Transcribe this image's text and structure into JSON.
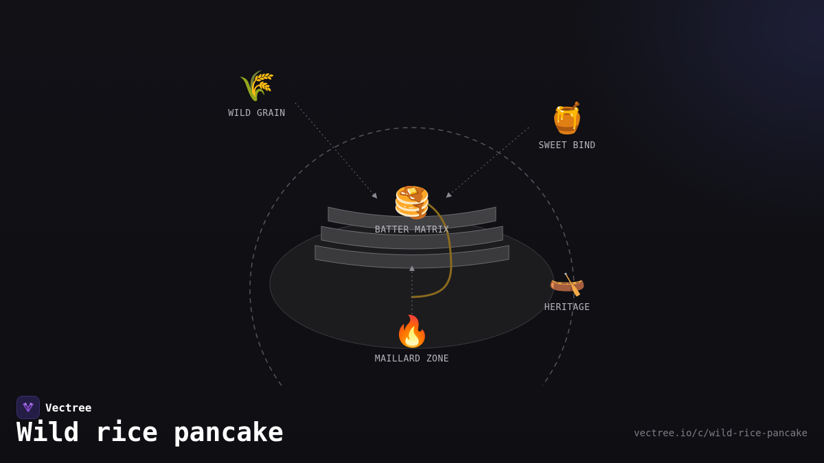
{
  "brand": {
    "name": "Vectree",
    "logo_icon": "tree-branch-icon"
  },
  "title": "Wild rice pancake",
  "url": "vectree.io/c/wild-rice-pancake",
  "colors": {
    "background": "#111116",
    "plate_fill": "#1c1c1e",
    "layer_fill": "#3f3f42",
    "syrup": "#8a6a1e",
    "accent_logo": "#8c4fd6"
  },
  "nodes": [
    {
      "id": "wild-grain",
      "emoji": "🌾",
      "icon": "wheat-icon",
      "label": "WILD GRAIN"
    },
    {
      "id": "sweet-bind",
      "emoji": "🍯",
      "icon": "honey-pot-icon",
      "label": "SWEET BIND"
    },
    {
      "id": "batter-matrix",
      "emoji": "🥞",
      "icon": "pancakes-icon",
      "label": "BATTER MATRIX"
    },
    {
      "id": "heritage",
      "emoji": "🛶",
      "icon": "canoe-icon",
      "label": "HERITAGE"
    },
    {
      "id": "maillard-zone",
      "emoji": "🔥",
      "icon": "fire-icon",
      "label": "MAILLARD ZONE"
    }
  ],
  "edges": [
    {
      "from": "wild-grain",
      "to": "batter-matrix",
      "style": "dotted-arrow"
    },
    {
      "from": "sweet-bind",
      "to": "batter-matrix",
      "style": "dotted-arrow"
    },
    {
      "from": "maillard-zone",
      "to": "batter-matrix",
      "style": "dotted-arrow"
    }
  ]
}
